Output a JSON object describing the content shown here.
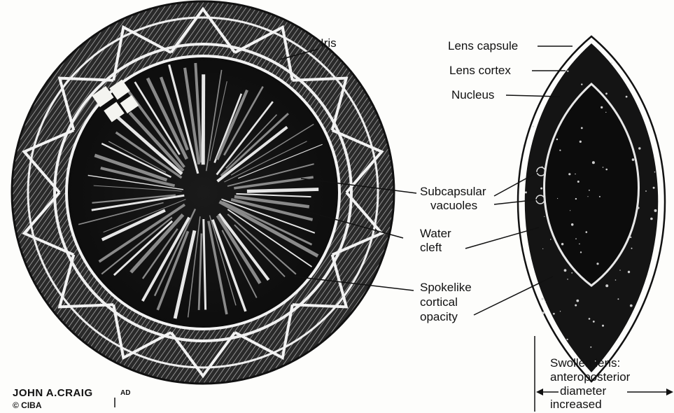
{
  "labels": {
    "iris": "Iris",
    "lens_capsule": "Lens capsule",
    "lens_cortex": "Lens cortex",
    "nucleus": "Nucleus",
    "subcapsular_1": "Subcapsular",
    "subcapsular_2": "vacuoles",
    "water_1": "Water",
    "water_2": "cleft",
    "spoke_1": "Spokelike",
    "spoke_2": "cortical",
    "spoke_3": "opacity",
    "swollen_1": "Swollen lens:",
    "swollen_2": "anteroposterior",
    "swollen_3": "diameter",
    "swollen_4": "increased"
  },
  "signature": {
    "artist": "JOHN A.CRAIG",
    "suffix": "AD",
    "copyright": "© CIBA"
  },
  "colors": {
    "ink": "#111111",
    "paper": "#fdfdfb",
    "highlight": "#f4f4f0"
  }
}
